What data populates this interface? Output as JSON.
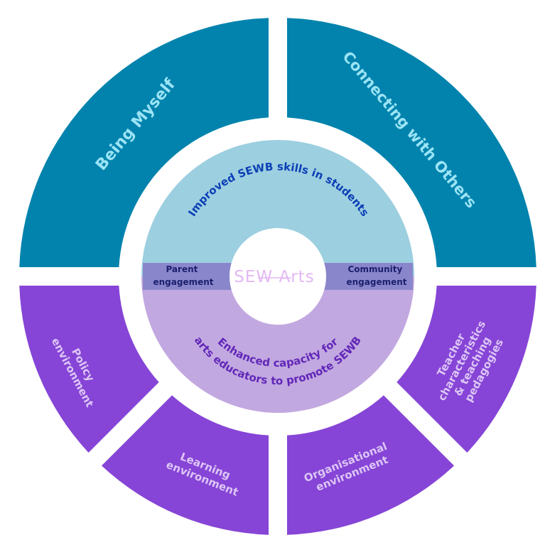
{
  "title": "SEW Arts framework",
  "colors": {
    "outer_top": "#0183ad",
    "outer_top_text": "#9be4f6",
    "outer_bottom": "#8645d6",
    "outer_bottom_text": "#ddc6f6",
    "inner_top": "#9ccfe0",
    "inner_top_text": "#0c3fb5",
    "inner_bottom": "#c2a8e0",
    "inner_bottom_text": "#6127b8",
    "band": "#8a86cb",
    "band_text": "#1b1f6e",
    "logo": "#e3b8f4",
    "background": "#ffffff"
  },
  "center_logo": {
    "text": "SEW Arts",
    "part1": "SEW",
    "part2": "Arts"
  },
  "inner_ring": {
    "top": {
      "label": "Improved SEWB skills in students"
    },
    "bottom": {
      "lines": [
        "Enhanced capacity for",
        "arts educators to promote SEWB"
      ]
    },
    "band": {
      "left": {
        "lines": [
          "Parent",
          "engagement"
        ]
      },
      "right": {
        "lines": [
          "Community",
          "engagement"
        ]
      }
    }
  },
  "outer_ring": {
    "top_segments": [
      {
        "id": "being-myself",
        "lines": [
          "Being Myself"
        ]
      },
      {
        "id": "connecting-with-others",
        "lines": [
          "Connecting with Others"
        ]
      }
    ],
    "bottom_segments": [
      {
        "id": "policy-environment",
        "lines": [
          "Policy",
          "environment"
        ]
      },
      {
        "id": "learning-environment",
        "lines": [
          "Learning",
          "environment"
        ]
      },
      {
        "id": "organisational-environment",
        "lines": [
          "Organisational",
          "environment"
        ]
      },
      {
        "id": "teacher-characteristics",
        "lines": [
          "Teacher",
          "characteristics",
          "& teaching",
          "pedagogies"
        ]
      }
    ]
  }
}
